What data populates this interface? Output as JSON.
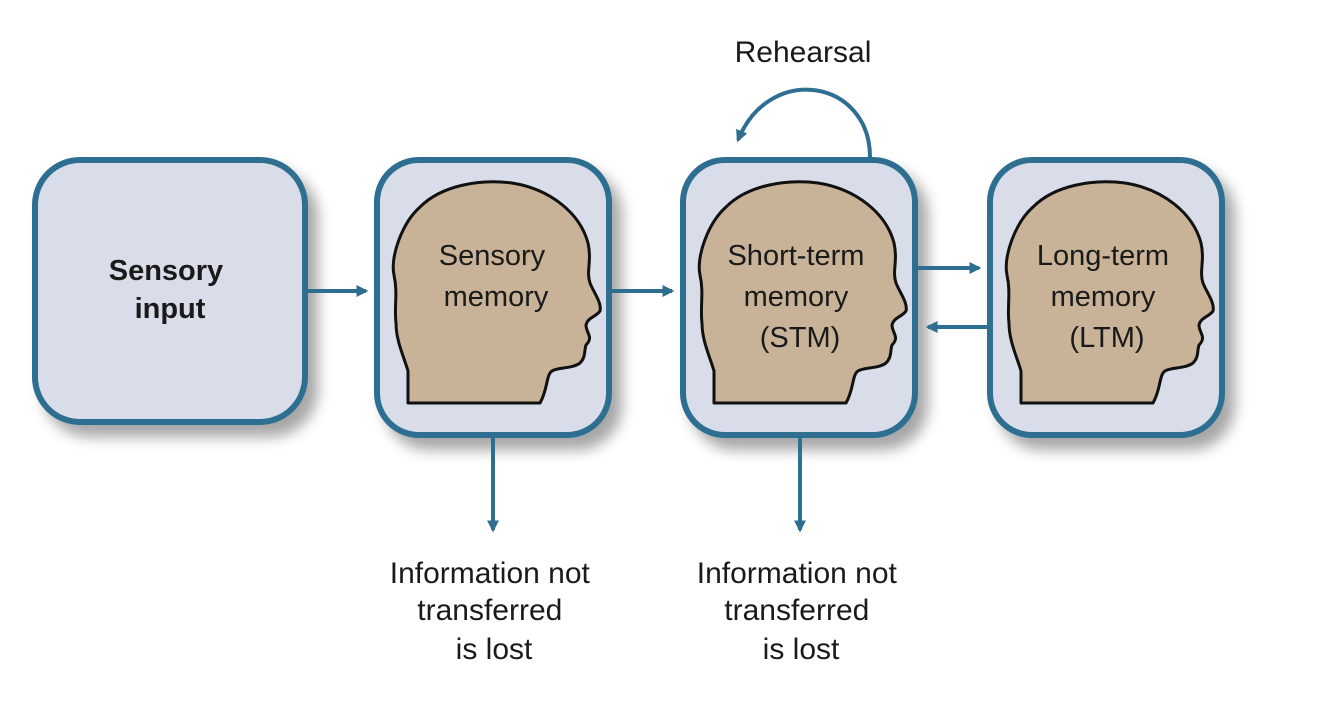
{
  "colors": {
    "box_fill": "#d8dde9",
    "box_stroke": "#2e6e91",
    "head_fill": "#c8b298",
    "head_stroke": "#111111",
    "arrow": "#2e6e91"
  },
  "boxes": {
    "sensory_input": {
      "lines": [
        "Sensory",
        "input"
      ]
    },
    "sensory_memory": {
      "lines": [
        "Sensory",
        "memory"
      ],
      "icon": "head-silhouette-icon"
    },
    "short_term": {
      "lines": [
        "Short-term",
        "memory",
        "(STM)"
      ],
      "icon": "head-silhouette-icon"
    },
    "long_term": {
      "lines": [
        "Long-term",
        "memory",
        "(LTM)"
      ],
      "icon": "head-silhouette-icon"
    }
  },
  "rehearsal": {
    "label": "Rehearsal"
  },
  "loss_captions": {
    "sensory": {
      "lines": [
        "Information not",
        "transferred",
        "is lost"
      ]
    },
    "stm": {
      "lines": [
        "Information not",
        "transferred",
        "is lost"
      ]
    }
  }
}
